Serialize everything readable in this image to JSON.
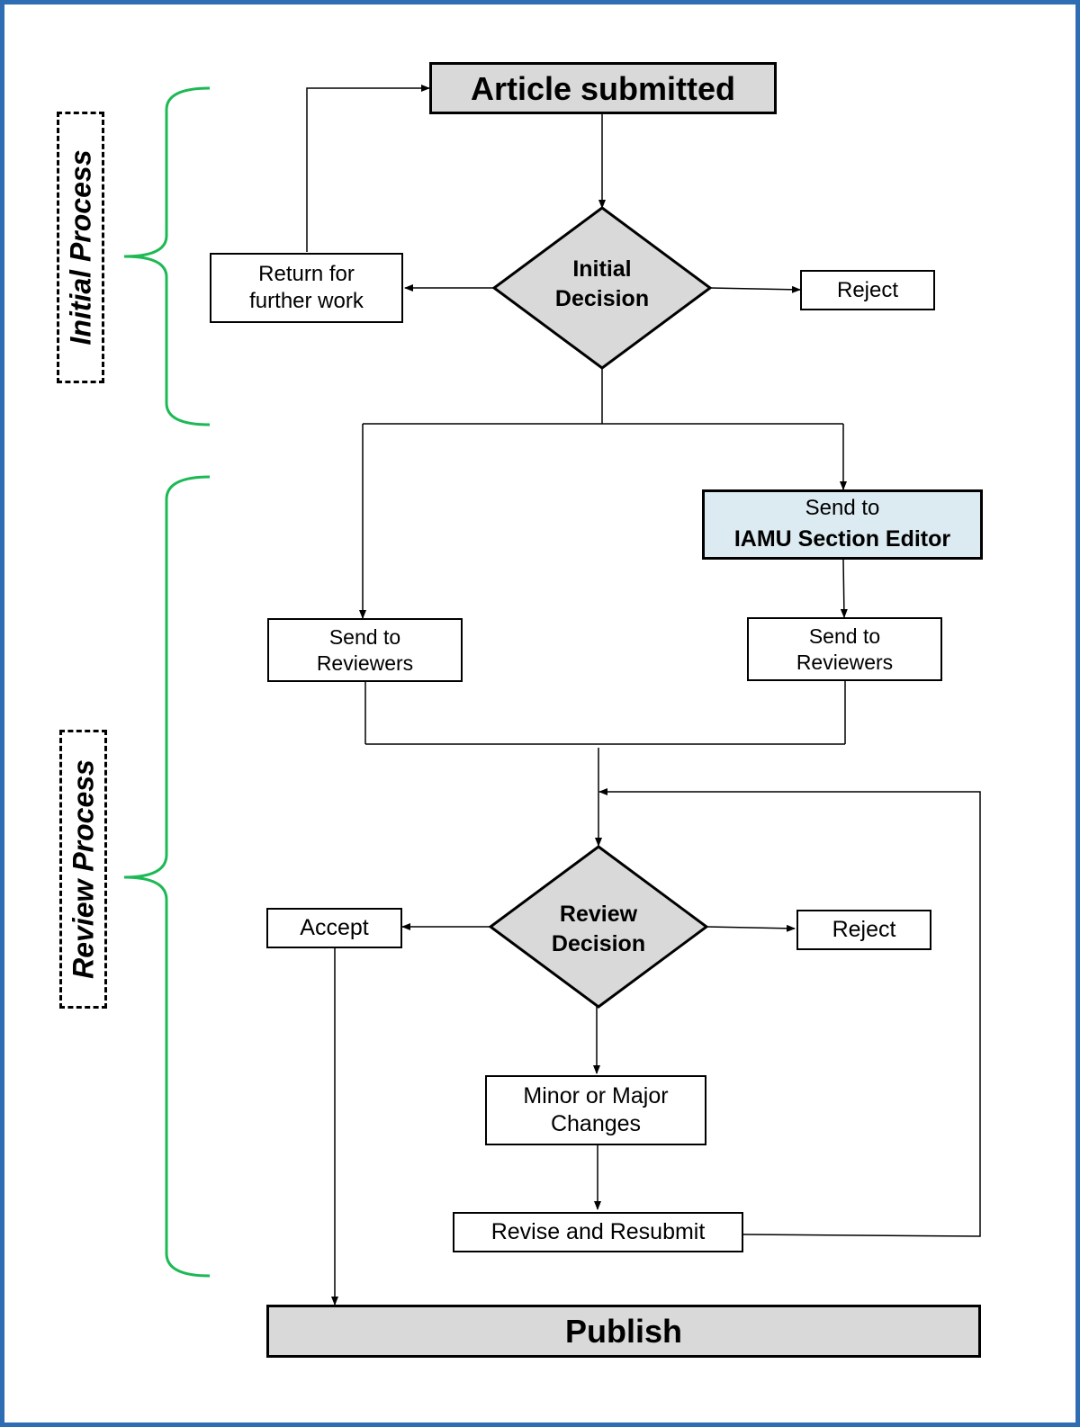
{
  "colors": {
    "frame": "#2e6db4",
    "bracket": "#1db954",
    "box_fill_gray": "#d9d9d9",
    "box_fill_blue": "#dceaf2",
    "line": "#000000"
  },
  "phases": {
    "initial": "Initial Process",
    "review": "Review Process"
  },
  "nodes": {
    "article_submitted": "Article submitted",
    "initial_decision": [
      "Initial",
      "Decision"
    ],
    "return_for_work": [
      "Return for",
      "further work"
    ],
    "reject_initial": "Reject",
    "send_to_editor": [
      "Send to",
      "IAMU Section Editor"
    ],
    "send_reviewers_left": [
      "Send to",
      "Reviewers"
    ],
    "send_reviewers_right": [
      "Send to",
      "Reviewers"
    ],
    "review_decision": [
      "Review",
      "Decision"
    ],
    "accept": "Accept",
    "reject_review": "Reject",
    "minor_major": [
      "Minor or Major",
      "Changes"
    ],
    "revise_resubmit": "Revise and Resubmit",
    "publish": "Publish"
  }
}
